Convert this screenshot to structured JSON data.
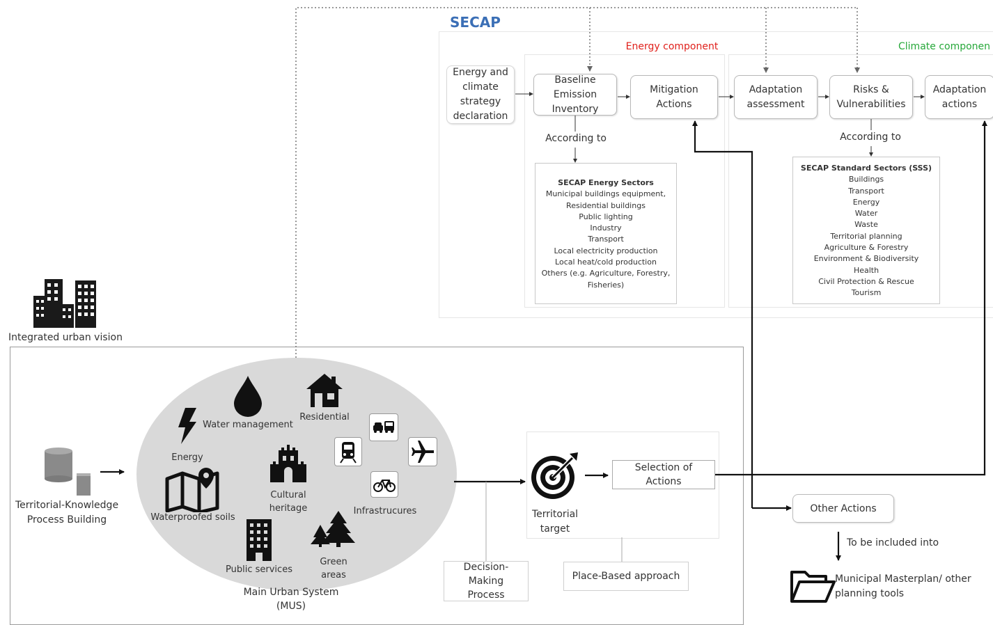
{
  "secap": {
    "title": "SECAP",
    "energy_component_label": "Energy component",
    "climate_component_label": "Climate componen",
    "colors": {
      "title": "#3b6fb6",
      "energy": "#e0201b",
      "climate": "#27a83a"
    },
    "boxes": {
      "energy_climate_strategy": [
        "Energy and",
        "climate",
        "strategy",
        "declaration"
      ],
      "baseline_emission_inventory": [
        "Baseline",
        "Emission",
        "Inventory"
      ],
      "mitigation_actions": [
        "Mitigation",
        "Actions"
      ],
      "adaptation_assessment": [
        "Adaptation",
        "assessment"
      ],
      "risks_vulnerabilities": [
        "Risks &",
        "Vulnerabilities"
      ],
      "adaptation_actions": [
        "Adaptation",
        "actions"
      ]
    },
    "according_to_left": "According to",
    "according_to_right": "According to",
    "energy_sectors": {
      "title": "SECAP Energy Sectors",
      "items": [
        "Municipal buildings equipment,",
        "Residential buildings",
        "Public lighting",
        "Industry",
        "Transport",
        "Local electricity production",
        "Local heat/cold production",
        "Others (e.g. Agriculture, Forestry,",
        "Fisheries)"
      ]
    },
    "standard_sectors": {
      "title": "SECAP Standard Sectors (SSS)",
      "items": [
        "Buildings",
        "Transport",
        "Energy",
        "Water",
        "Waste",
        "Territorial planning",
        "Agriculture & Forestry",
        "Environment & Biodiversity",
        "Health",
        "Civil Protection & Rescue",
        "Tourism"
      ]
    }
  },
  "vision": {
    "icon": "buildings-icon",
    "label": "Integrated urban vision"
  },
  "knowledge": {
    "icon": "database-icon",
    "label": [
      "Territorial-Knowledge",
      "Process Building"
    ]
  },
  "mus": {
    "label": [
      "Main Urban System",
      "(MUS)"
    ],
    "ellipse_color": "#d9d9d9",
    "items": {
      "water": "Water management",
      "residential": "Residential",
      "energy": "Energy",
      "waterproofed": "Waterproofed soils",
      "cultural": [
        "Cultural",
        "heritage"
      ],
      "infrastructures": "Infrastrucures",
      "public_services": "Public services",
      "green_areas": [
        "Green",
        "areas"
      ]
    }
  },
  "decision": {
    "territorial_target": [
      "Territorial",
      "target"
    ],
    "selection_of_actions": [
      "Selection of",
      "Actions"
    ],
    "decision_making": [
      "Decision-",
      "Making",
      "Process"
    ],
    "place_based": "Place-Based approach"
  },
  "other": {
    "other_actions": "Other Actions",
    "to_be_included": "To be included into",
    "masterplan": [
      "Municipal Masterplan/ other",
      "planning tools"
    ]
  }
}
